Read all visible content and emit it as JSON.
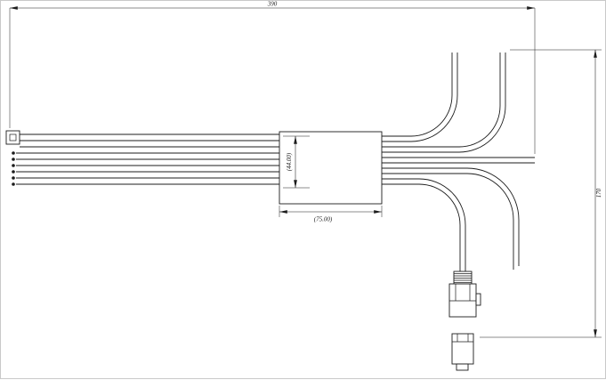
{
  "dimensions": {
    "overall_length": "390",
    "overall_height": "170",
    "box_height": "(44.00)",
    "box_width": "(75.00)"
  },
  "colors": {
    "line": "#1c1c1c",
    "background": "#ffffff"
  }
}
